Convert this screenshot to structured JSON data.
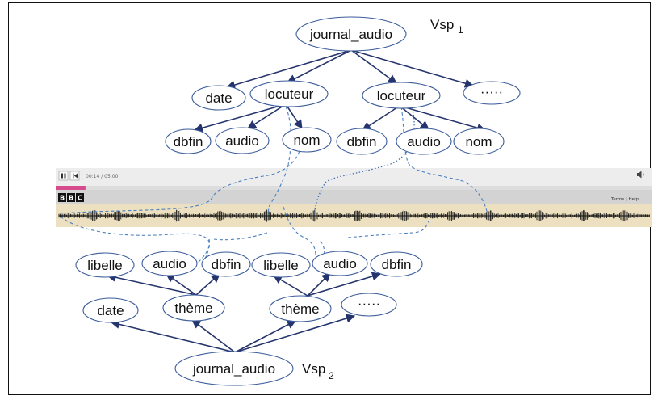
{
  "top_view": {
    "name": "Vsp",
    "subscript": "1",
    "root": "journal_audio",
    "children": [
      "date",
      "locuteur",
      "locuteur",
      "·····"
    ],
    "leaves_left": [
      "dbfin",
      "audio",
      "nom"
    ],
    "leaves_right": [
      "dbfin",
      "audio",
      "nom"
    ]
  },
  "bottom_view": {
    "name": "Vsp",
    "subscript": "2",
    "root": "journal_audio",
    "children": [
      "date",
      "thème",
      "thème",
      "·····"
    ],
    "leaves_left": [
      "libelle",
      "audio",
      "dbfin"
    ],
    "leaves_right": [
      "libelle",
      "audio",
      "dbfin"
    ]
  },
  "player": {
    "time_display": "00:14 / 05:00",
    "logo_letters": [
      "B",
      "B",
      "C"
    ],
    "links": "Terms | Help",
    "progress": 0.05
  },
  "colors": {
    "edge": "#25346d",
    "ellipse_stroke": "#3a5b9a",
    "dashed_link": "#4a7fc0",
    "waveform_band": "#ece0c0",
    "progress": "#d64b8b"
  }
}
